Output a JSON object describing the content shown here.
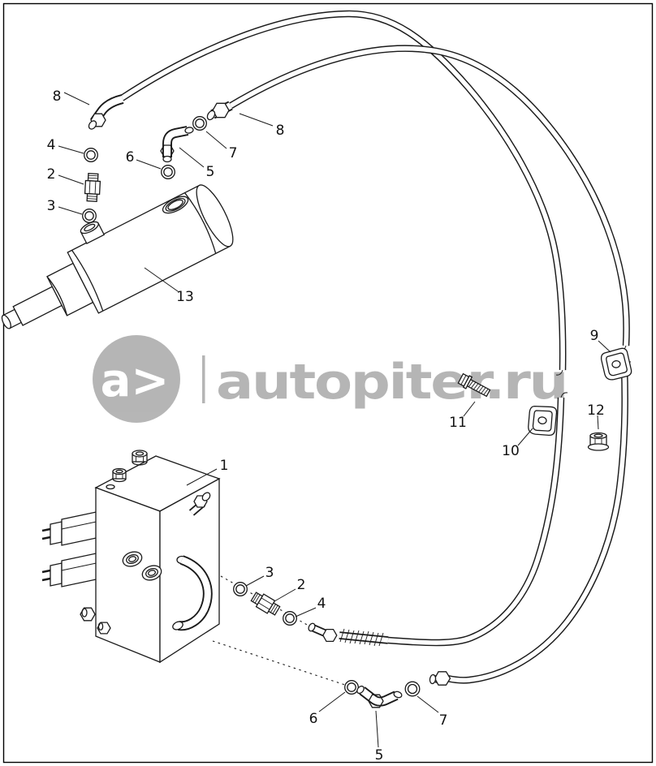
{
  "diagram": {
    "background": "#ffffff",
    "line_color": "#1a1a1a",
    "callouts": [
      {
        "label": "8"
      },
      {
        "label": "4"
      },
      {
        "label": "2"
      },
      {
        "label": "3"
      },
      {
        "label": "6"
      },
      {
        "label": "5"
      },
      {
        "label": "7"
      },
      {
        "label": "8"
      },
      {
        "label": "13"
      },
      {
        "label": "9"
      },
      {
        "label": "11"
      },
      {
        "label": "10"
      },
      {
        "label": "12"
      },
      {
        "label": "1"
      },
      {
        "label": "3"
      },
      {
        "label": "2"
      },
      {
        "label": "4"
      },
      {
        "label": "6"
      },
      {
        "label": "5"
      },
      {
        "label": "7"
      }
    ],
    "watermark": {
      "logo_text": "a>",
      "site_text": "autopiter.ru",
      "color": "#aeaeae",
      "logo_color": "#ffffff"
    }
  }
}
